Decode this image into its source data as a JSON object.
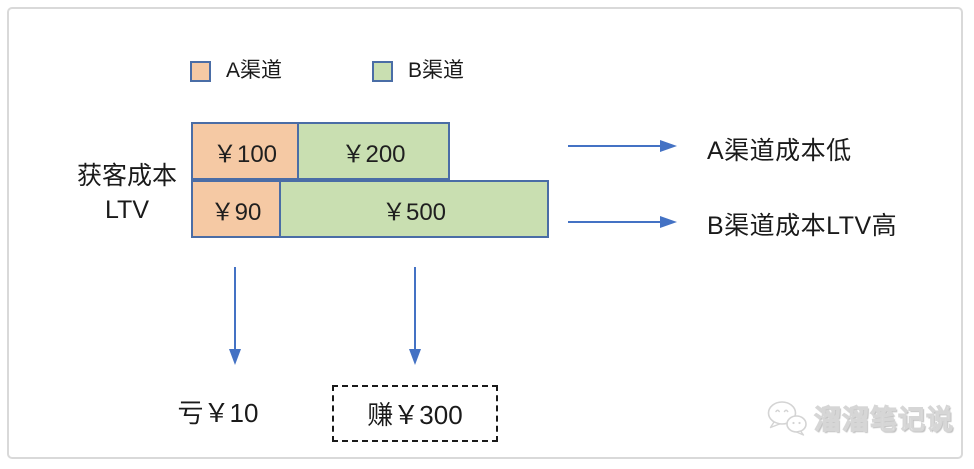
{
  "colors": {
    "channel_a_fill": "#F5C9A4",
    "channel_b_fill": "#C9DFB1",
    "box_border": "#4A6DA6",
    "arrow": "#4472C4",
    "frame_border": "#D9D9D9",
    "dashed_box_border": "#1A1A1A",
    "text": "#1A1A1A",
    "watermark": "#FFFFFF"
  },
  "legend": {
    "items": [
      {
        "label": "A渠道",
        "swatch": "channel-a-orange"
      },
      {
        "label": "B渠道",
        "swatch": "channel-b-green"
      }
    ]
  },
  "rows": [
    {
      "label": "获客成本",
      "a_value": "￥100",
      "b_value": "￥200"
    },
    {
      "label": "LTV",
      "a_value": "￥90",
      "b_value": "￥500"
    }
  ],
  "conclusions": [
    {
      "text": "A渠道成本低"
    },
    {
      "text": "B渠道成本LTV高"
    }
  ],
  "outcomes": {
    "loss": "亏￥10",
    "gain": "赚￥300"
  },
  "watermark": {
    "icon": "wechat-icon",
    "text": "溜溜笔记说"
  }
}
